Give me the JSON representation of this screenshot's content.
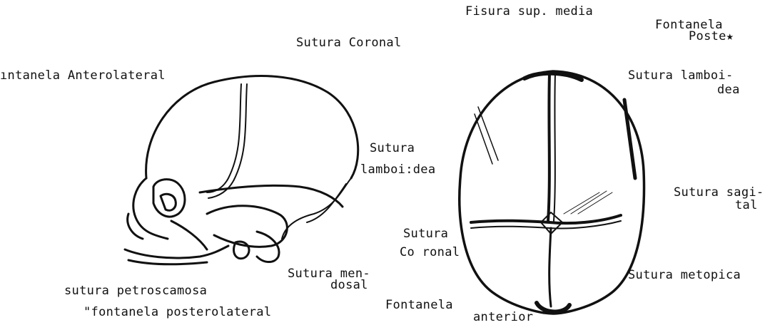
{
  "labels": {
    "fisura_sup_media": "Fisura sup. media",
    "fontanela_poster_1": "Fontanela",
    "fontanela_poster_2": "Poste★",
    "sutura_coronal_top": "Sutura Coronal",
    "fontanela_anterolateral": "ıntanela Anterolateral",
    "sutura_lamboidea_right_1": "Sutura lamboi-",
    "sutura_lamboidea_right_2": "dea",
    "sutura_lamboidea_left_1": "Sutura",
    "sutura_lamboidea_left_2": "lamboi:dea",
    "sutura_sagital_1": "Sutura sagi-",
    "sutura_sagital_2": "tal",
    "sutura_coronal_mid_1": "Sutura",
    "sutura_coronal_mid_2": "Co ronal",
    "sutura_metopica": "Sutura metopica",
    "sutura_mendosal_1": "Sutura men-",
    "sutura_mendosal_2": "dosal",
    "sutura_petroscamosa": "sutura petroscamosa",
    "fontanela_posterolateral": "\"fontanela posterolateral",
    "fontanela_anterior_1": "Fontanela",
    "fontanela_anterior_2": "anterior"
  },
  "colors": {
    "ink": "#111111",
    "background": "#ffffff"
  }
}
